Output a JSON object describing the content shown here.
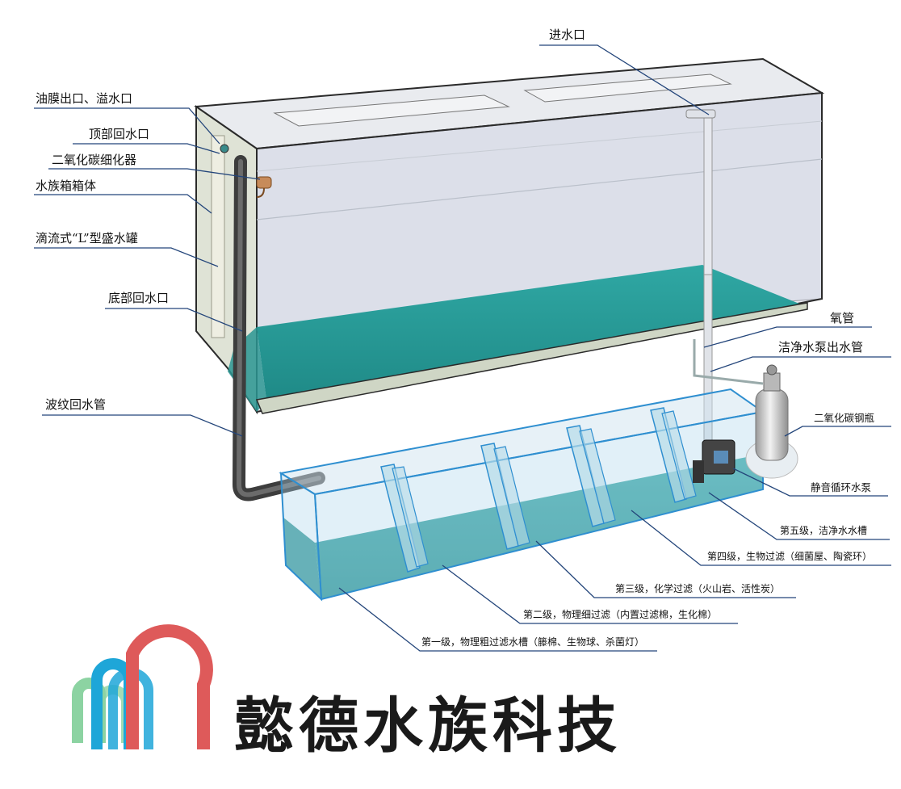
{
  "colors": {
    "water": "#2a9a98",
    "water_light": "#45b5b0",
    "tank_frame": "#2a2a2a",
    "sump_frame": "#2f8fd0",
    "leader_line": "#23457a",
    "brand_text": "#1a1a1a",
    "logo_green": "#8cd3a2",
    "logo_blue": "#1ea6d8",
    "logo_red": "#de5a5a"
  },
  "labels": {
    "inlet": "进水口",
    "oil_film_outlet": "油膜出口、溢水口",
    "top_return": "顶部回水口",
    "co2_diffuser": "二氧化碳细化器",
    "tank_body": "水族箱箱体",
    "drip_tank": "滴流式“L”型盛水罐",
    "bottom_return": "底部回水口",
    "corrugated_pipe": "波纹回水管",
    "oxygen_tube": "氧管",
    "pump_outlet_pipe": "洁净水泵出水管",
    "co2_cylinder": "二氧化碳钢瓶",
    "silent_pump": "静音循环水泵",
    "stage5": "第五级，洁净水水槽",
    "stage4": "第四级，生物过滤（细菌屋、陶瓷环）",
    "stage3": "第三级，化学过滤（火山岩、活性炭）",
    "stage2": "第二级，物理细过滤（内置过滤棉，生化棉）",
    "stage1": "第一级，物理粗过滤水槽（籐棉、生物球、杀菌灯）"
  },
  "brand": {
    "name": "懿德水族科技",
    "logo_icon": "arched-m-logo-icon"
  }
}
